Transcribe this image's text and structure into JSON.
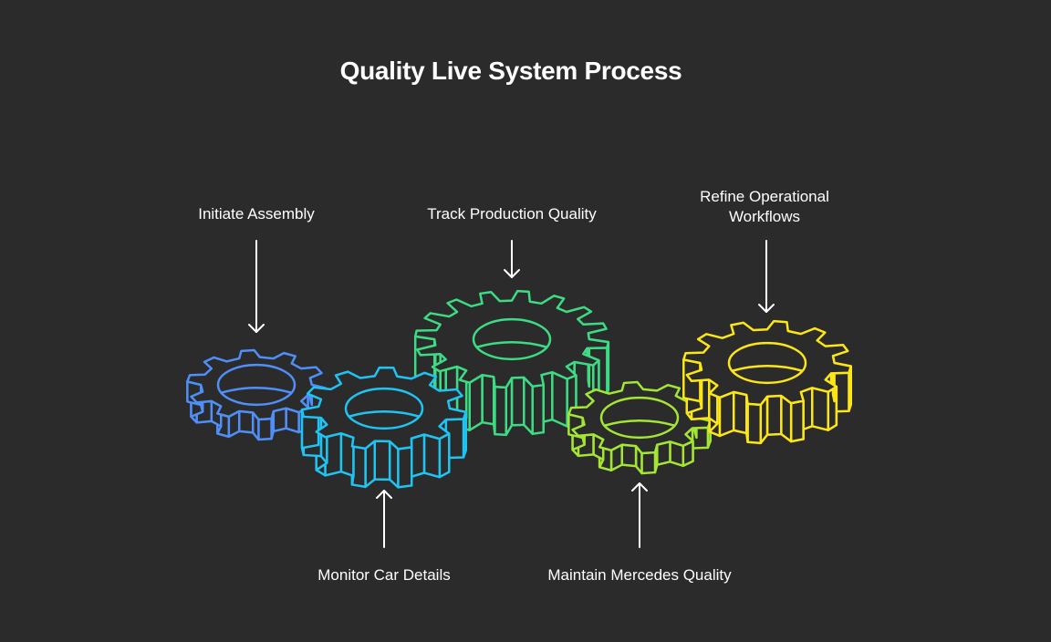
{
  "title": "Quality Live System Process",
  "steps": [
    {
      "label": "Initiate Assembly",
      "color": "#4f8ff7",
      "arrow": "down"
    },
    {
      "label": "Monitor Car Details",
      "color": "#1fc4f2",
      "arrow": "up"
    },
    {
      "label": "Track Production Quality",
      "color": "#3ddc84",
      "arrow": "down"
    },
    {
      "label": "Maintain Mercedes Quality",
      "color": "#a3e635",
      "arrow": "up"
    },
    {
      "label": "Refine Operational Workflows",
      "color": "#fde617",
      "arrow": "down"
    }
  ],
  "refine_lines": [
    "Refine Operational",
    "Workflows"
  ],
  "background": "#2b2b2b"
}
